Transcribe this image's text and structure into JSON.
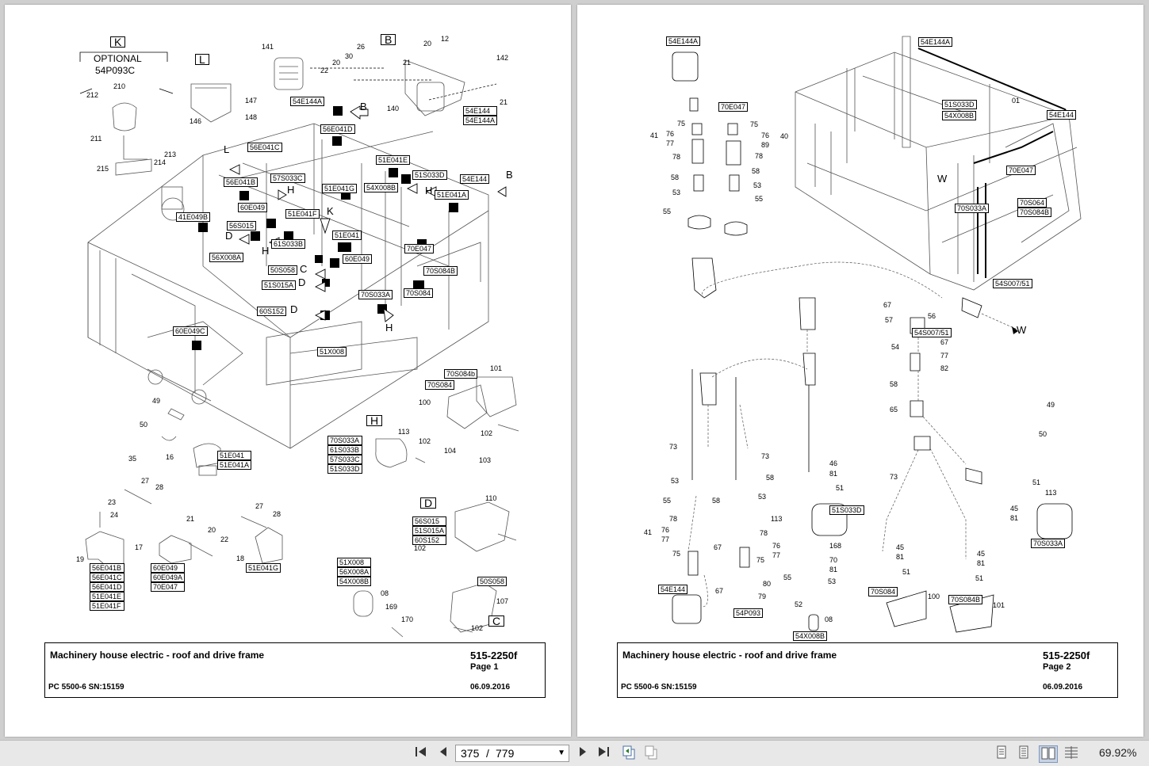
{
  "pages": [
    {
      "title": "Machinery house electric - roof and drive frame",
      "number": "515-2250f",
      "page": "Page 1",
      "machine": "PC 5500-6 SN:15159",
      "date": "06.09.2016",
      "callouts": {
        "K": "K",
        "L": "L",
        "B": "B",
        "H": "H",
        "D": "D",
        "C": "C",
        "optional": "OPTIONAL",
        "optional_code": "54P093C"
      },
      "codes": [
        "54E144A",
        "56E041D",
        "56E041C",
        "57S033C",
        "56E041B",
        "51E041E",
        "51S033D",
        "54E144",
        "54X008B",
        "51E041A",
        "51E041G",
        "60E049",
        "51E041F",
        "41E049B",
        "56S015",
        "61S033B",
        "51E041",
        "56X008A",
        "60E049",
        "50S058",
        "70E047",
        "51S015A",
        "70S084B",
        "70S033A",
        "70S084",
        "60S152",
        "60E049C",
        "51X008"
      ],
      "parts": [
        "141",
        "30",
        "26",
        "20",
        "12",
        "22",
        "21",
        "142",
        "140",
        "20",
        "21",
        "147",
        "148",
        "146",
        "210",
        "212",
        "211",
        "213",
        "214",
        "215",
        "49",
        "50",
        "35",
        "16",
        "27",
        "28",
        "23",
        "24",
        "19",
        "17",
        "21",
        "20",
        "22",
        "27",
        "28",
        "18",
        "100",
        "101",
        "102",
        "113",
        "102",
        "104",
        "103",
        "110",
        "08",
        "169",
        "170",
        "107",
        "102"
      ],
      "lists": {
        "l16": [
          "51E041",
          "51E041A"
        ],
        "l19": [
          "56E041B",
          "56E041C",
          "56E041D",
          "51E041E",
          "51E041F"
        ],
        "l17": [
          "60E049",
          "60E049A",
          "70E047"
        ],
        "l18": [
          "51E041G"
        ],
        "l100": [
          "70S084b",
          "70S084"
        ],
        "l113": [
          "70S033A",
          "61S033B",
          "57S033C",
          "51S033D"
        ],
        "l110": [
          "56S015",
          "51S015A",
          "60S152"
        ],
        "l08": [
          "51X008",
          "56X008A",
          "54X008B"
        ],
        "l107": [
          "50S058"
        ],
        "l140": [
          "54E144",
          "54E144A"
        ]
      }
    },
    {
      "title": "Machinery house electric - roof and drive frame",
      "number": "515-2250f",
      "page": "Page 2",
      "machine": "PC 5500-6 SN:15159",
      "date": "06.09.2016",
      "codes": [
        "54E144A",
        "70E047",
        "54E144A",
        "51S033D",
        "54X008B",
        "54E144",
        "70E047",
        "70S033A",
        "70S064",
        "70S084B",
        "54S007/51",
        "54S007/51",
        "51S033D",
        "70S033A",
        "54E144",
        "54P093",
        "54X008B",
        "70S084",
        "70S084B"
      ],
      "parts": [
        "01",
        "W",
        "W",
        "75",
        "76",
        "77",
        "78",
        "58",
        "53",
        "55",
        "41",
        "75",
        "76",
        "89",
        "78",
        "58",
        "53",
        "55",
        "40",
        "67",
        "57",
        "56",
        "54",
        "67",
        "77",
        "82",
        "58",
        "65",
        "49",
        "50",
        "73",
        "53",
        "55",
        "58",
        "78",
        "76",
        "77",
        "75",
        "41",
        "73",
        "58",
        "53",
        "78",
        "67",
        "76",
        "77",
        "75",
        "67",
        "80",
        "79",
        "46",
        "81",
        "51",
        "113",
        "168",
        "70",
        "81",
        "55",
        "53",
        "52",
        "08",
        "73",
        "45",
        "81",
        "51",
        "45",
        "81",
        "51",
        "100",
        "45",
        "81",
        "51",
        "101",
        "113"
      ]
    }
  ],
  "toolbar": {
    "current_page": "375",
    "separator": "/",
    "total_pages": "779",
    "zoom": "69.92%"
  }
}
